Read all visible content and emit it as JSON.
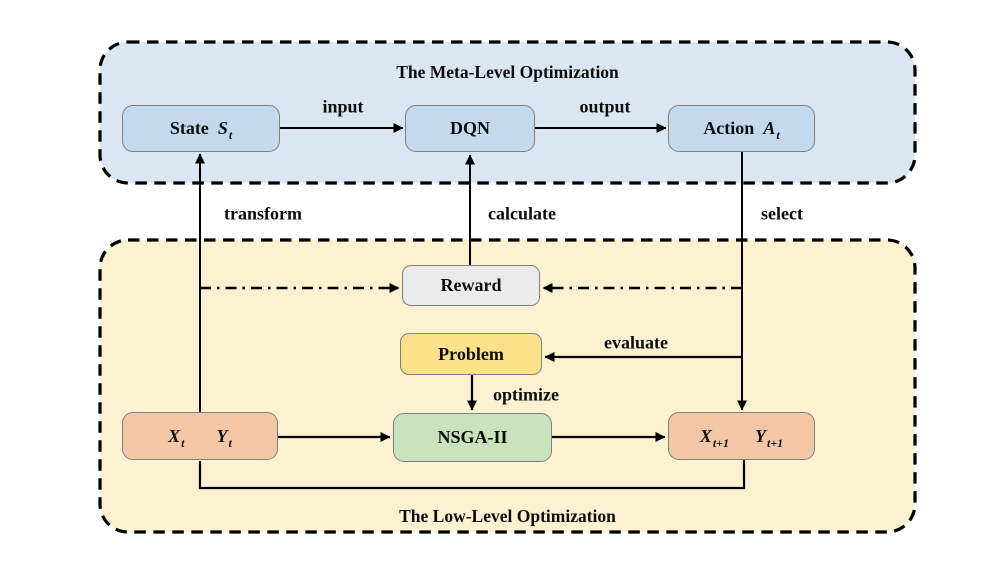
{
  "meta_level": {
    "title": "The Meta-Level Optimization",
    "state": {
      "label": "State",
      "var": "S",
      "sub": "t"
    },
    "dqn": {
      "label": "DQN"
    },
    "action": {
      "label": "Action",
      "var": "A",
      "sub": "t"
    }
  },
  "low_level": {
    "title": "The Low-Level Optimization",
    "reward": {
      "label": "Reward"
    },
    "problem": {
      "label": "Problem"
    },
    "nsga": {
      "label": "NSGA-II"
    },
    "xy_t": {
      "var1": "X",
      "sub1": "t",
      "var2": "Y",
      "sub2": "t"
    },
    "xy_next": {
      "var1": "X",
      "sub1": "t+1",
      "var2": "Y",
      "sub2": "t+1"
    }
  },
  "edge_labels": {
    "input": "input",
    "output": "output",
    "transform": "transform",
    "calculate": "calculate",
    "select": "select",
    "evaluate": "evaluate",
    "optimize": "optimize"
  },
  "colors": {
    "meta_container_fill": "#dbe6f3",
    "meta_box_fill": "#c4d9ed",
    "low_container_fill": "#fcf2d2",
    "reward_fill": "#ebebeb",
    "problem_fill": "#fbe189",
    "nsga_fill": "#c9e3bc",
    "xy_fill": "#f3c7a6",
    "box_border": "#7f7f7f",
    "line_color": "#000000"
  }
}
